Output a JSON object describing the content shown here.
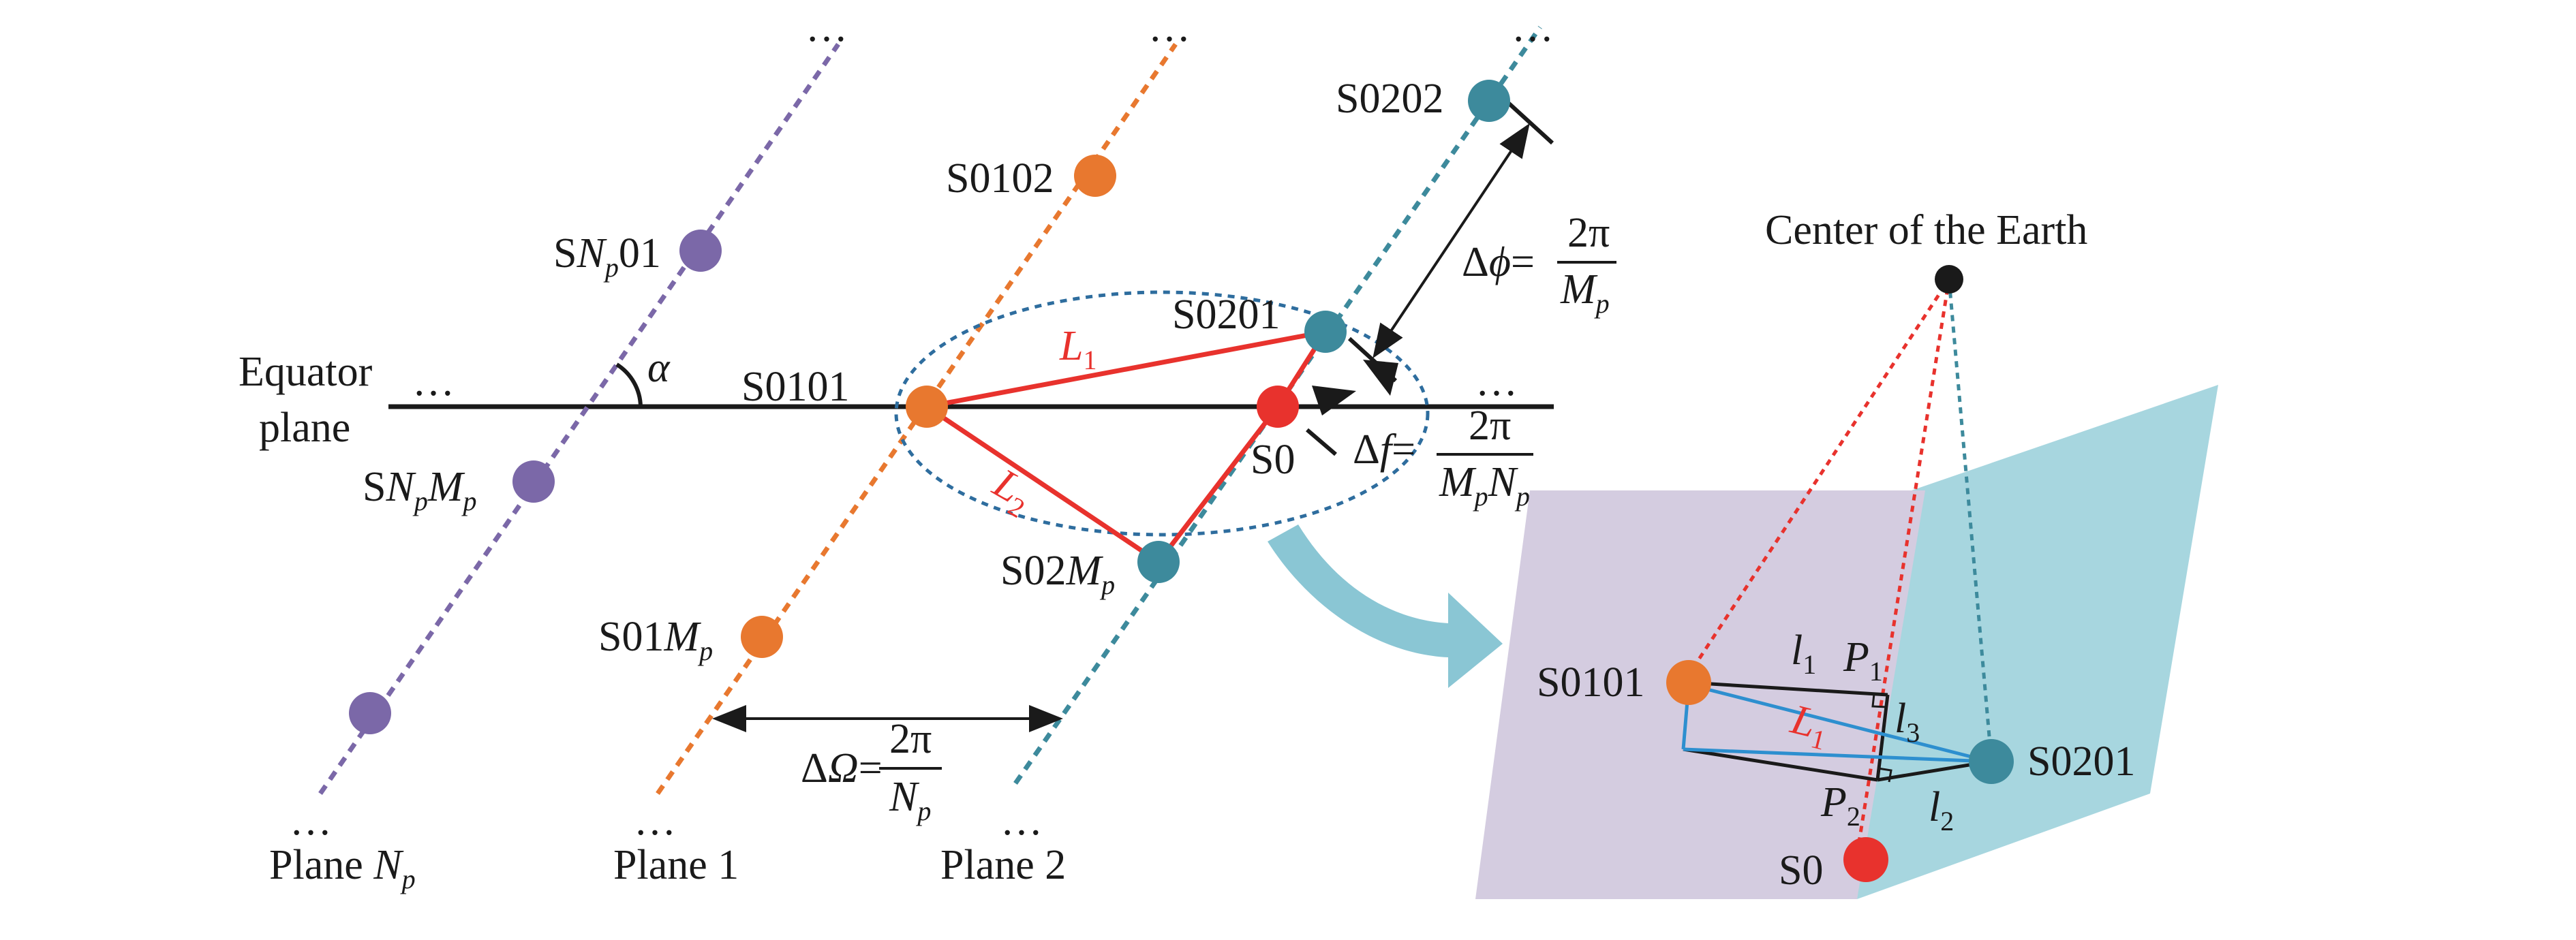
{
  "colors": {
    "purple": "#7b68a8",
    "orange": "#e8782f",
    "teal": "#3d8a9c",
    "red": "#e8322d",
    "black": "#1a1a1a",
    "plane_purple": "#d4cce0",
    "plane_teal": "#a7d6df",
    "arrow": "#8ac6d4"
  },
  "text": {
    "ellipsis": "…",
    "equator_1": "Equator",
    "equator_2": "plane",
    "alpha": "α",
    "plane_np_a": "Plane ",
    "plane_np_b": "N",
    "plane_np_c": "p",
    "plane_1": "Plane 1",
    "plane_2": "Plane 2",
    "s0101": "S0101",
    "s0102": "S0102",
    "s01mp_a": "S01",
    "s01mp_b": "M",
    "s01mp_c": "p",
    "s0201": "S0201",
    "s0202": "S0202",
    "s02mp_a": "S02",
    "s02mp_b": "M",
    "s02mp_c": "p",
    "snp01_a": "S",
    "snp01_b": "N",
    "snp01_c": "p",
    "snp01_d": "01",
    "snpmp_a": "S",
    "snpmp_b": "N",
    "snpmp_c": "p",
    "snpmp_d": "M",
    "snpmp_e": "p",
    "s0": "S0",
    "L": "L",
    "sub1": "1",
    "sub2": "2",
    "sub3": "3",
    "dphi_a": "Δ",
    "dphi_b": "ϕ",
    "eq": "=",
    "two_pi": "2π",
    "M": "M",
    "N": "N",
    "p": "p",
    "df_a": "Δ",
    "df_b": "f",
    "domega_a": "Δ",
    "domega_b": "Ω",
    "center": "Center of the Earth",
    "l": "l",
    "P": "P"
  }
}
